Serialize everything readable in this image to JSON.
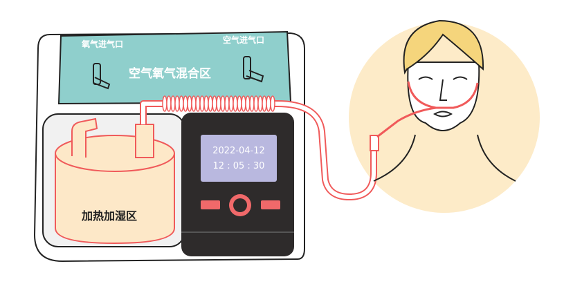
{
  "labels": {
    "oxygen_inlet": "氧气进气口",
    "air_inlet": "空气进气口",
    "mixing_zone": "空气氧气混合区",
    "humidifier_zone": "加热加湿区"
  },
  "display": {
    "date": "2022-04-12",
    "time": "12 : 05 : 30"
  },
  "colors": {
    "panel": "#8fcfcc",
    "tube": "#f05a5a",
    "humidifier": "#fde8c8",
    "device": "#2e2b2b",
    "screen": "#b9b8df",
    "face_bg": "#fdebc8",
    "hair": "#f5d57c"
  }
}
